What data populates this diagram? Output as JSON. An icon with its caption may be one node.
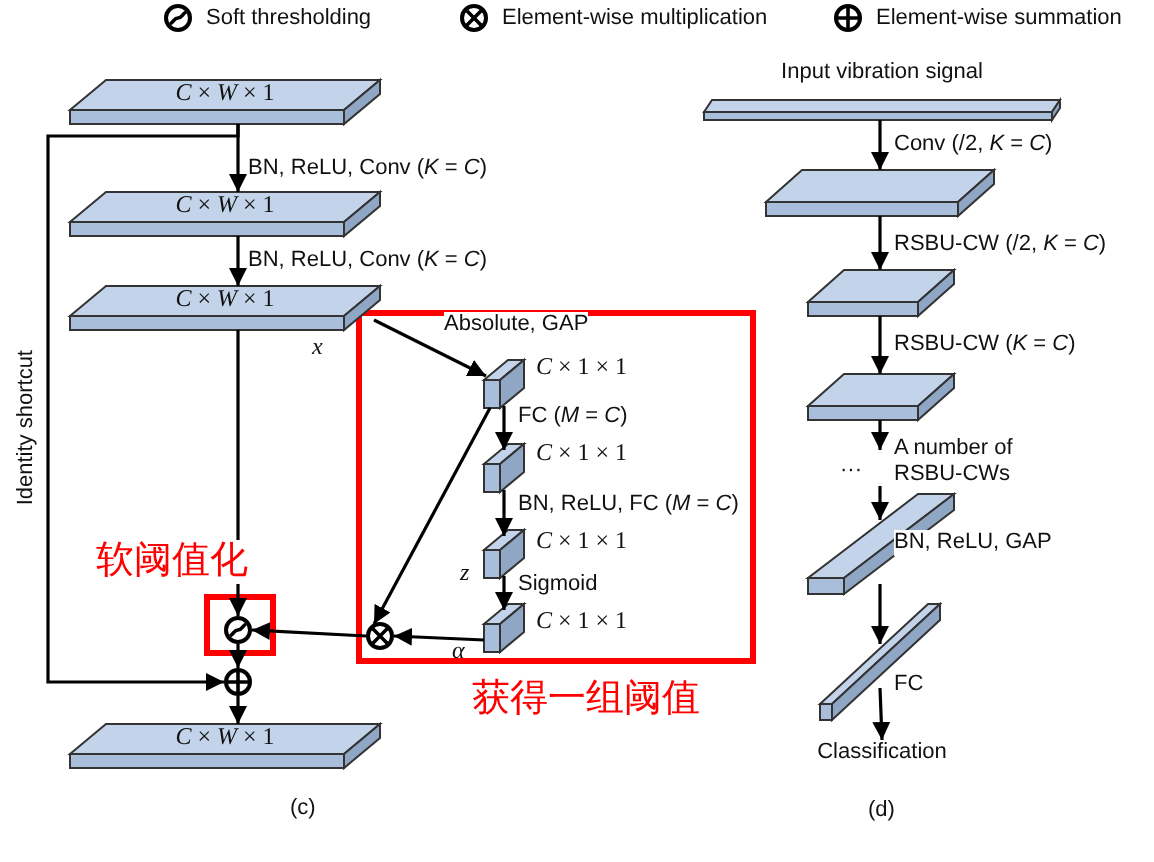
{
  "diagram": {
    "nodes": [
      {
        "text": [
          "*C* × *W* × 1"
        ]
      },
      {
        "text": [
          "*C* × *W* × 1"
        ]
      },
      {
        "text": [
          "*C* × *W* × 1"
        ],
        "beside": [
          "x"
        ]
      },
      {
        "text": [
          "软阈值化"
        ]
      },
      {
        "text": [],
        "shape": "circle",
        "in": 3
      },
      {
        "text": [],
        "shape": "circle"
      },
      {
        "text": [
          "*C* × *W* × 1"
        ]
      },
      {
        "text": [
          "获得一组阈值"
        ]
      },
      {
        "text": [],
        "shape": "bar",
        "in": 7,
        "beside": [
          "*C* × 1 × 1"
        ]
      },
      {
        "text": [],
        "shape": "bar",
        "in": 7,
        "beside": [
          "*C* × 1 × 1"
        ]
      },
      {
        "text": [],
        "shape": "bar",
        "in": 7,
        "beside": [
          "*C* × 1 × 1",
          "z"
        ]
      },
      {
        "text": [],
        "shape": "bar",
        "in": 7,
        "beside": [
          "*C* × 1 × 1",
          "α"
        ]
      },
      {
        "text": [],
        "shape": "circle",
        "in": 7
      },
      {
        "text": [
          "Input vibration signal"
        ]
      },
      {
        "text": [],
        "shape": "box"
      },
      {
        "text": [],
        "shape": "box"
      },
      {
        "text": [],
        "shape": "box"
      },
      {
        "text": [],
        "shape": "box"
      },
      {
        "text": [],
        "shape": "bar"
      },
      {
        "text": [
          "Classification"
        ]
      },
      {
        "text": [
          "···"
        ]
      }
    ],
    "edges": [
      {
        "from": 0,
        "to": 1,
        "arrow": "to",
        "label": "BN, ReLU, Conv (*K* = *C*)"
      },
      {
        "from": 1,
        "to": 2,
        "arrow": "to",
        "label": "BN, ReLU, Conv (*K* = *C*)"
      },
      {
        "from": 2,
        "to": 4,
        "arrow": "to"
      },
      {
        "from": 2,
        "to": 8,
        "arrow": "to",
        "label": "Absolute, GAP"
      },
      {
        "from": 8,
        "to": 9,
        "arrow": "to",
        "label": "FC (*M* = *C*)"
      },
      {
        "from": 9,
        "to": 10,
        "arrow": "to",
        "label": "BN, ReLU, FC (*M* = *C*)"
      },
      {
        "from": 10,
        "to": 11,
        "arrow": "to",
        "label": "Sigmoid"
      },
      {
        "from": 8,
        "to": 12,
        "arrow": "to"
      },
      {
        "from": 11,
        "to": 12,
        "arrow": "to"
      },
      {
        "from": 12,
        "to": 4,
        "arrow": "to"
      },
      {
        "from": 4,
        "to": 5,
        "arrow": "to"
      },
      {
        "from": 5,
        "to": 6,
        "arrow": "to"
      },
      {
        "from": 0,
        "to": 5,
        "arrow": "to",
        "label": "Identity shortcut"
      },
      {
        "from": 13,
        "to": 14,
        "arrow": "to",
        "label": "Conv (/2, *K* = *C*)"
      },
      {
        "from": 14,
        "to": 15,
        "arrow": "to",
        "label": "RSBU-CW (/2, *K* = *C*)"
      },
      {
        "from": 15,
        "to": 16,
        "arrow": "to",
        "label": "RSBU-CW (*K* = *C*)"
      },
      {
        "from": 16,
        "to": 20,
        "arrow": "to",
        "label": "A number of RSBU-CWs"
      },
      {
        "from": 20,
        "to": 17,
        "arrow": "to"
      },
      {
        "from": 17,
        "to": 18,
        "arrow": "to",
        "label": "BN, ReLU, GAP"
      },
      {
        "from": 18,
        "to": 19,
        "arrow": "to",
        "label": "FC"
      }
    ],
    "labels": [
      "(c)",
      "(d)"
    ],
    "legend": [
      {
        "text": "Soft thresholding"
      },
      {
        "text": "Element-wise multiplication"
      },
      {
        "text": "Element-wise summation"
      }
    ]
  }
}
